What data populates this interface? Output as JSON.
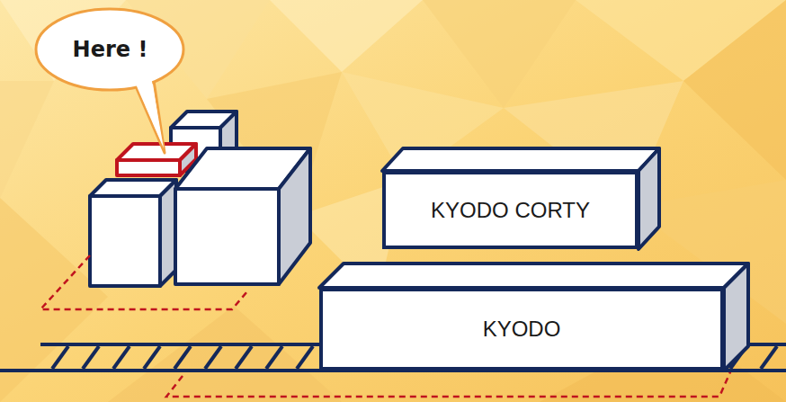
{
  "diagram": {
    "nodes": [
      {
        "text": [
          "Here !"
        ]
      },
      {
        "text": [
          "KYODO CORTY"
        ]
      },
      {
        "text": [
          "KYODO"
        ]
      }
    ]
  }
}
